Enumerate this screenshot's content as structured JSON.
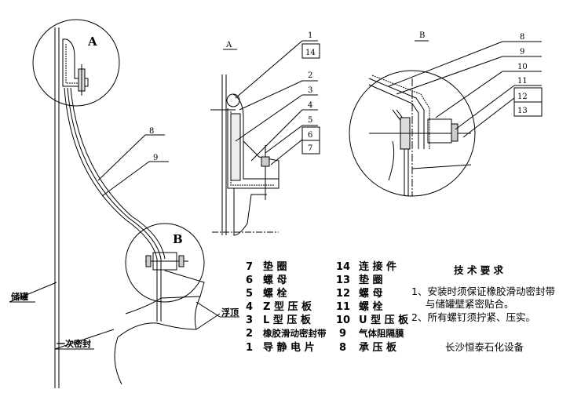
{
  "views": {
    "detail_a": "A",
    "detail_b": "B",
    "section_a": "A",
    "section_b": "B"
  },
  "labels": {
    "tank": "储罐",
    "floating_roof": "浮顶",
    "primary_seal": "一次密封",
    "leader_8": "8",
    "leader_9": "9"
  },
  "section_a_callouts": [
    "1",
    "14",
    "2",
    "3",
    "4",
    "5",
    "6",
    "7"
  ],
  "section_b_callouts": [
    "8",
    "9",
    "10",
    "11",
    "12",
    "13"
  ],
  "parts_left": [
    {
      "no": "7",
      "name": "垫 圈"
    },
    {
      "no": "6",
      "name": "螺 母"
    },
    {
      "no": "5",
      "name": "螺 栓"
    },
    {
      "no": "4",
      "name": "Z 型 压 板"
    },
    {
      "no": "3",
      "name": "L 型 压 板"
    },
    {
      "no": "2",
      "name": "橡胶滑动密封带"
    },
    {
      "no": "1",
      "name": "导 静 电 片"
    }
  ],
  "parts_right": [
    {
      "no": "14",
      "name": "连 接 件"
    },
    {
      "no": "13",
      "name": "垫 圈"
    },
    {
      "no": "12",
      "name": "螺 母"
    },
    {
      "no": "11",
      "name": "螺 栓"
    },
    {
      "no": "10",
      "name": "U 型 压 板"
    },
    {
      "no": "9",
      "name": "气体阻隔膜"
    },
    {
      "no": "8",
      "name": "承 压 板"
    }
  ],
  "requirements": {
    "title": "技 术 要 求",
    "items": [
      "1、安装时须保证橡胶滑动密封带",
      "与储罐壁紧密贴合。",
      "2、所有螺钉须拧紧、压实。"
    ],
    "company": "长沙恒泰石化设备"
  }
}
